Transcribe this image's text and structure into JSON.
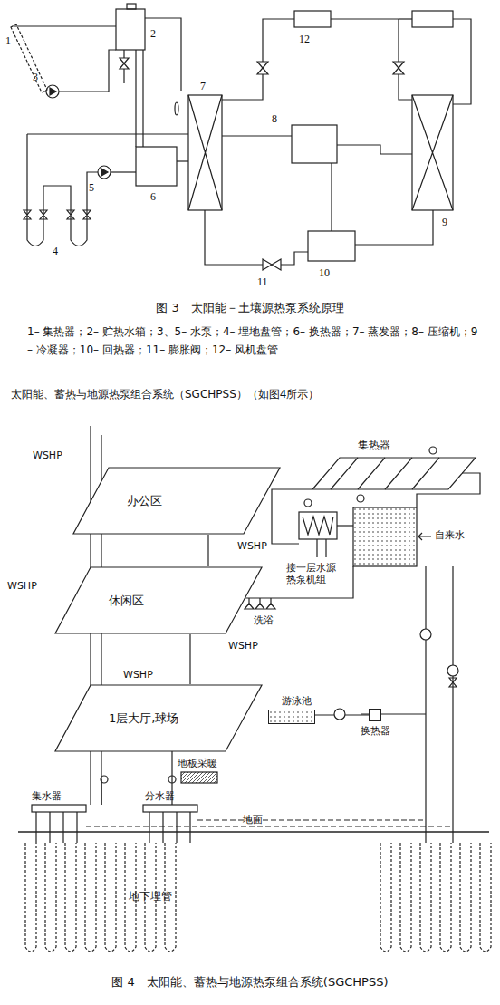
{
  "diagram": {
    "caption": "图 4　太阳能、蓄热与地源热泵组合系统(SGCHPSS)",
    "nodes": [
      {
        "text": [
          "办公区"
        ]
      },
      {
        "text": [
          "休闲区"
        ]
      },
      {
        "text": [
          "1层大厅,球场"
        ]
      },
      {
        "text": [
          "游泳池"
        ]
      },
      {
        "text": [
          "换热器"
        ]
      }
    ],
    "edges": [
      {
        "from": 0,
        "to": 1,
        "arrow": "none"
      },
      {
        "from": 1,
        "to": 2,
        "arrow": "none"
      },
      {
        "from": 3,
        "to": 4,
        "arrow": "none"
      }
    ],
    "labels": [
      "1",
      "2",
      "3",
      "4",
      "5",
      "6",
      "7",
      "8",
      "9",
      "10",
      "11",
      "12",
      "图 3　太阳能－土壤源热泵系统原理",
      "1– 集热器；2– 贮热水箱；3、5– 水泵；4– 埋地盘管；6– 换热器；7– 蒸发器；8– 压缩机；9– 冷凝器；10– 回热器；11– 膨胀阀；12– 风机盘管",
      "太阳能、蓄热与地源热泵组合系统（SGCHPSS）（如图4所示）",
      "集热器",
      "WSHP",
      "WSHP",
      "WSHP",
      "WSHP",
      "WSHP",
      "接一层水源热泵机组",
      "自来水",
      "洗浴",
      "地板采暖",
      "集水器",
      "分水器",
      "地面",
      "地下埋管"
    ]
  }
}
